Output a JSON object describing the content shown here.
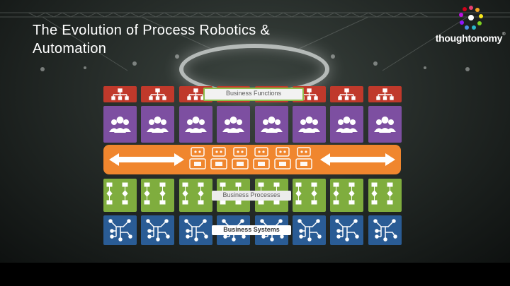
{
  "slide": {
    "title_line1": "The Evolution of Process Robotics &",
    "title_line2": "Automation"
  },
  "logo": {
    "text": "thoughtonomy",
    "trademark": "®"
  },
  "diagram": {
    "functions_label": "Business Functions",
    "processes_label": "Business Processes",
    "systems_label": "Business Systems",
    "platform_label": "",
    "columns": 8,
    "colors": {
      "functions": "#c0392b",
      "people": "#7d4fa1",
      "automation": "#f0862e",
      "processes": "#7fad3e",
      "systems": "#2a5c95",
      "label_border": "#8cbf4a"
    },
    "icons": [
      "org-chart-icon",
      "people-group-icon",
      "double-arrow-icon",
      "robot-icon",
      "flowchart-icon",
      "circuit-icon"
    ]
  }
}
